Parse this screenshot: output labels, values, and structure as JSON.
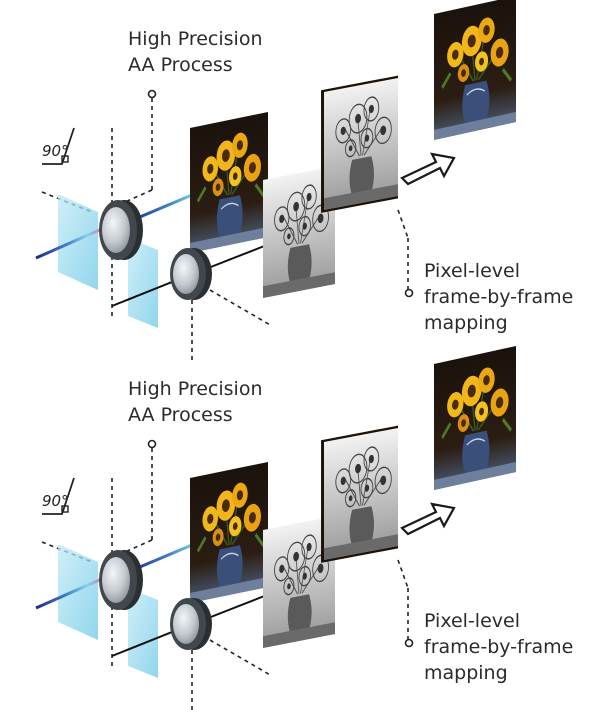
{
  "panels": [
    {
      "title_lines": [
        "High Precision",
        "AA Process"
      ],
      "angle_label": "90°",
      "mapping_lines": [
        "Pixel-level",
        "frame-by-frame",
        "mapping"
      ]
    },
    {
      "title_lines": [
        "High Precision",
        "AA Process"
      ],
      "angle_label": "90°",
      "mapping_lines": [
        "Pixel-level",
        "frame-by-frame",
        "mapping"
      ]
    }
  ],
  "colors": {
    "glass": "#7fd3ec",
    "beam_start": "#1c2a8c",
    "beam_end": "#e06fb8",
    "lens_dark": "#2e3338",
    "lens_face": "#c9ced3"
  },
  "icons": [
    "sunflower-color-photo",
    "sunflower-grayscale-photo",
    "hollow-arrow-icon",
    "right-angle-icon"
  ]
}
